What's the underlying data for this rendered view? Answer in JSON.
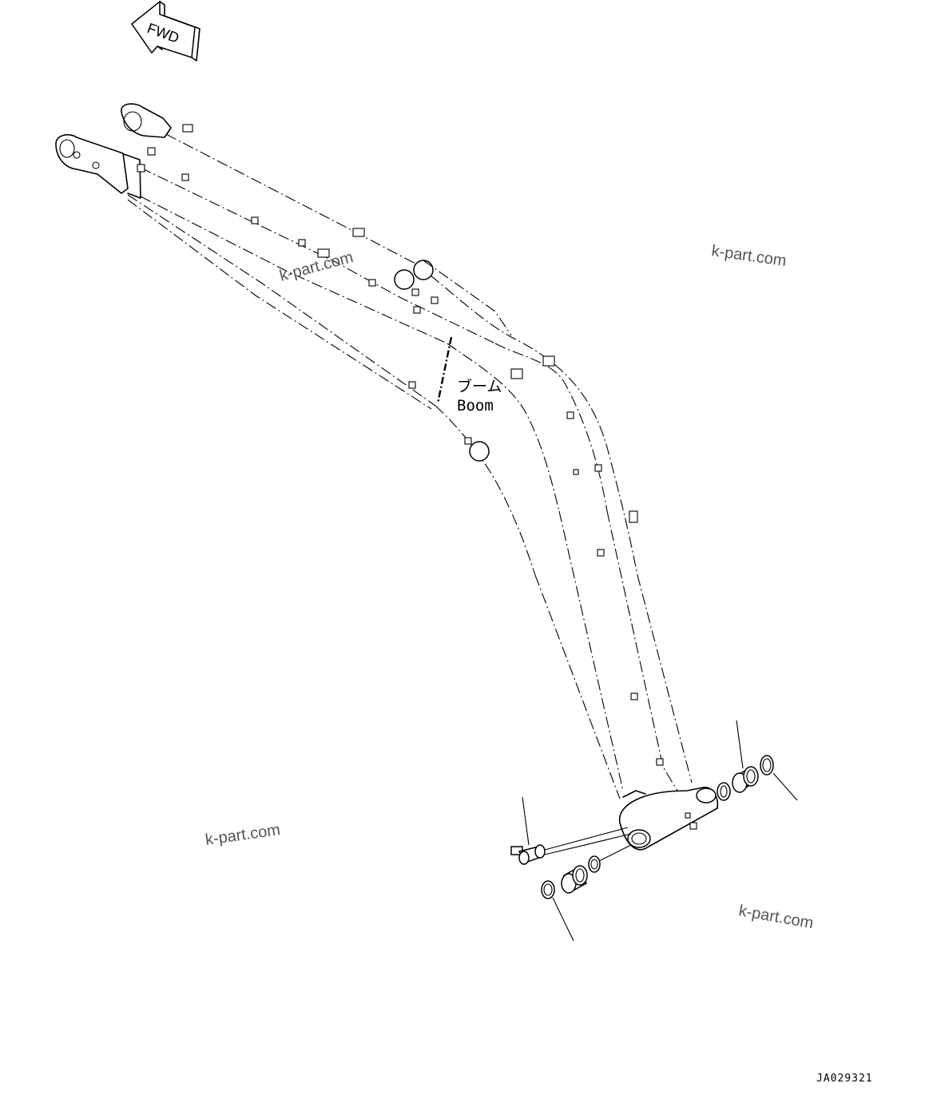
{
  "fwd_label": "FWD",
  "part_label_jp": "ブーム",
  "part_label_en": "Boom",
  "watermarks": [
    "k-part.com",
    "k-part.com",
    "k-part.com",
    "k-part.com"
  ],
  "drawing_code": "JA029321"
}
